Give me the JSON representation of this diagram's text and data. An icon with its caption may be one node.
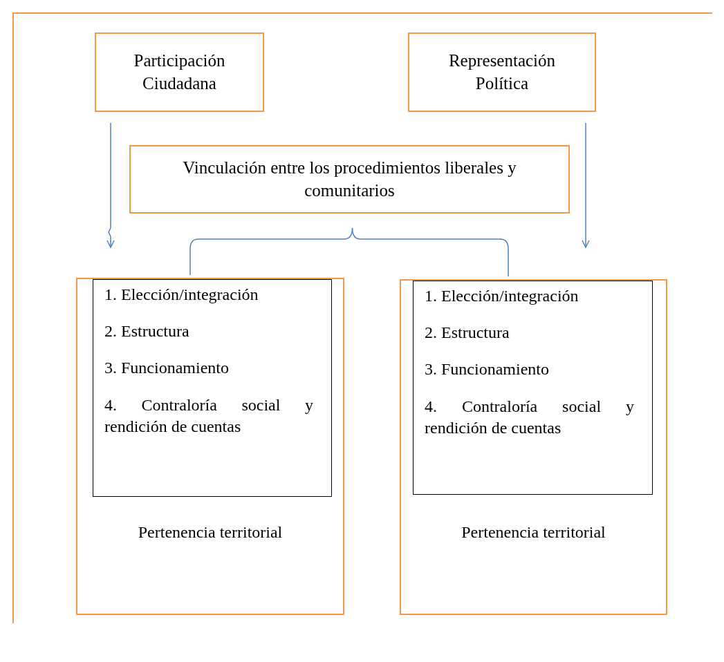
{
  "diagram": {
    "nodes": [
      {
        "text": [],
        "shape": "box"
      },
      {
        "text": [
          "Participación Ciudadana"
        ],
        "in": 0
      },
      {
        "text": [
          "Representación Política"
        ],
        "in": 0
      },
      {
        "text": [
          "Vinculación entre los procedimientos liberales y comunitarios"
        ],
        "in": 0
      },
      {
        "text": [
          "Pertenencia territorial"
        ],
        "in": 0
      },
      {
        "text": [
          "1. Elección/integración",
          "2. Estructura",
          "3. Funcionamiento",
          "4. Contraloría social y rendición de cuentas"
        ],
        "in": 4
      },
      {
        "text": [
          "Pertenencia territorial"
        ],
        "in": 0
      },
      {
        "text": [
          "1. Elección/integración",
          "2. Estructura",
          "3. Funcionamiento",
          "4. Contraloría social y rendición de cuentas"
        ],
        "in": 6
      }
    ],
    "edges": [
      {
        "from": 1,
        "to": 4,
        "arrow": "to"
      },
      {
        "from": 2,
        "to": 6,
        "arrow": "to"
      },
      {
        "from": 3,
        "to": 4,
        "arrow": "none"
      },
      {
        "from": 3,
        "to": 6,
        "arrow": "none"
      }
    ]
  }
}
